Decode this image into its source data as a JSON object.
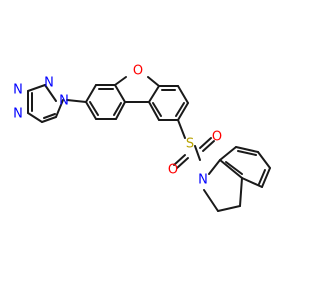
{
  "molecule": {
    "atoms": {
      "N_tz1": "N",
      "N_tz2": "N",
      "N_tz3": "N",
      "N_tz4": "N",
      "O_furan": "O",
      "S_sulfonyl": "S",
      "O_sulfonyl_top": "O",
      "O_sulfonyl_bottom": "O",
      "N_indoline": "N"
    },
    "colors": {
      "bond": "#1a1a1a",
      "nitrogen": "#0000ff",
      "oxygen": "#ff0000",
      "sulfur": "#b8a200"
    }
  }
}
